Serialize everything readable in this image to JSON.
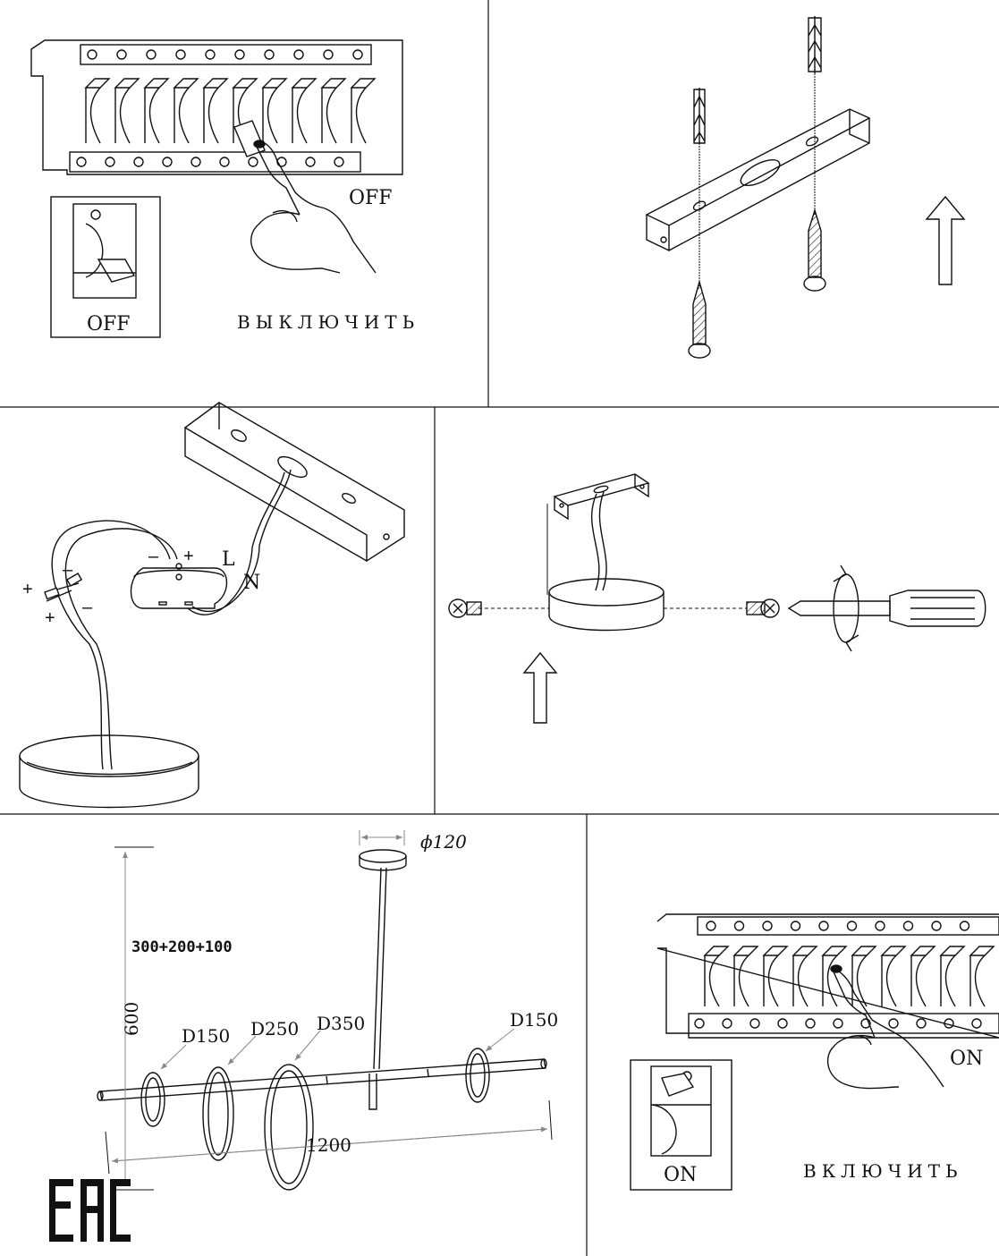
{
  "panels": {
    "power_off": {
      "breaker_label": "OFF",
      "inset_label": "OFF",
      "instruction": "ВЫКЛЮЧИТЬ"
    },
    "bracket_mount": {},
    "wiring": {
      "plus_left_top": "+",
      "minus_left_top": "–",
      "plus_left_bottom": "+",
      "minus_left_bottom": "–",
      "driver_minus": "–",
      "driver_plus": "+",
      "live": "L",
      "neutral": "N"
    },
    "fixing": {},
    "dimensions": {
      "canopy_diameter": "ϕ120",
      "rod_lengths": "300+200+100",
      "height": "600",
      "length": "1200",
      "rings": [
        "D150",
        "D250",
        "D350",
        "D150"
      ],
      "cert_mark": "EAC"
    },
    "power_on": {
      "breaker_label": "ON",
      "inset_label": "ON",
      "instruction": "ВКЛЮЧИТЬ"
    }
  },
  "colors": {
    "line": "#111111",
    "dim_line": "#888888",
    "background": "#ffffff"
  }
}
